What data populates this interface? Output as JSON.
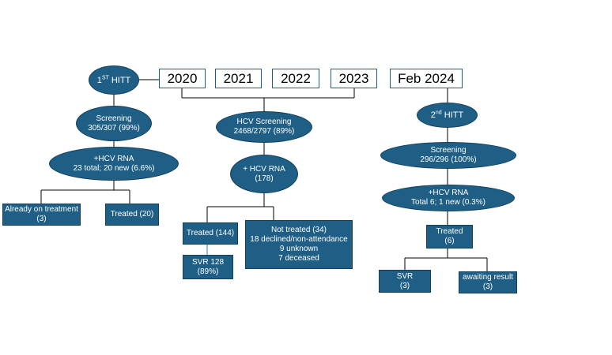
{
  "colors": {
    "node_fill": "#1f5f85",
    "node_border": "#123f5c",
    "connector": "#000000",
    "year_border": "#1f5f85"
  },
  "years": [
    "2020",
    "2021",
    "2022",
    "2023"
  ],
  "feb_2024": "Feb 2024",
  "hitt1": {
    "prefix": "1",
    "sup": "ST",
    "suffix": " HITT"
  },
  "hitt2": {
    "prefix": "2",
    "sup": "nd",
    "suffix": "  HITT"
  },
  "left": {
    "screening": [
      "Screening",
      "305/307 (99%)"
    ],
    "rna": [
      "+HCV RNA",
      "23 total; 20 new (6.6%)"
    ],
    "already": [
      "Already on treatment",
      "(3)"
    ],
    "treated": [
      "Treated  (20)"
    ]
  },
  "middle": {
    "screening": [
      "HCV Screening",
      "2468/2797 (89%)"
    ],
    "rna": [
      "+ HCV RNA",
      "(178)"
    ],
    "treated": [
      "Treated  (144)"
    ],
    "svr": [
      "SVR 128",
      "(89%)"
    ],
    "not_treated": [
      "Not treated (34)",
      "18 declined/non-attendance",
      "9 unknown",
      "7 deceased"
    ]
  },
  "right": {
    "screening": [
      "Screening",
      "296/296 (100%)"
    ],
    "rna": [
      "+HCV RNA",
      "Total 6; 1 new (0.3%)"
    ],
    "treated": [
      "Treated",
      "(6)"
    ],
    "svr": [
      "SVR",
      "(3)"
    ],
    "awaiting": [
      "awaiting result",
      "(3)"
    ]
  }
}
